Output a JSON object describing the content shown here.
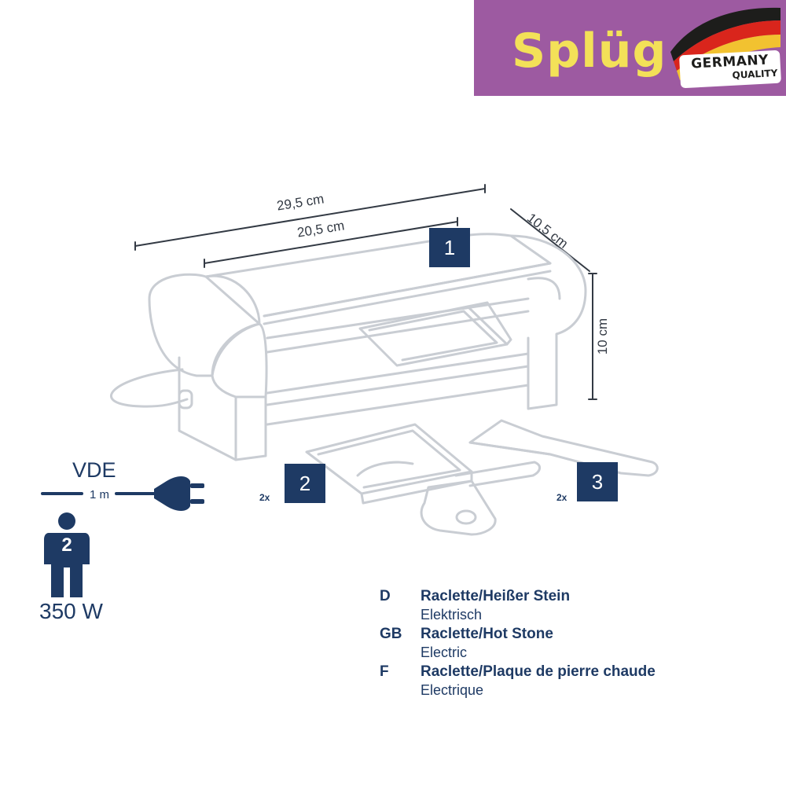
{
  "brand": {
    "name": "Splüg",
    "badge_line1": "GERMANY",
    "badge_line2": "QUALITY",
    "banner_color": "#9d5aa1",
    "brand_color": "#f3e158",
    "flag_colors": [
      "#1d1d1b",
      "#d9251c",
      "#f2c230"
    ]
  },
  "dimensions": {
    "overall_length": "29,5 cm",
    "plate_length": "20,5 cm",
    "depth": "10,5 cm",
    "height": "10 cm"
  },
  "callouts": [
    {
      "label": "1",
      "quantity": ""
    },
    {
      "label": "2",
      "quantity": "2x"
    },
    {
      "label": "3",
      "quantity": "2x"
    }
  ],
  "power": {
    "certification": "VDE",
    "cable_length": "1 m",
    "persons": "2",
    "wattage": "350 W",
    "icons": [
      "plug-icon",
      "person-icon"
    ]
  },
  "legend": [
    {
      "code": "D",
      "title": "Raclette/Heißer Stein",
      "subtitle": "Elektrisch"
    },
    {
      "code": "GB",
      "title": "Raclette/Hot Stone",
      "subtitle": "Electric"
    },
    {
      "code": "F",
      "title": "Raclette/Plaque de pierre chaude",
      "subtitle": "Electrique"
    }
  ],
  "colors": {
    "navy": "#1e3a64",
    "outline": "#c9cdd3"
  }
}
